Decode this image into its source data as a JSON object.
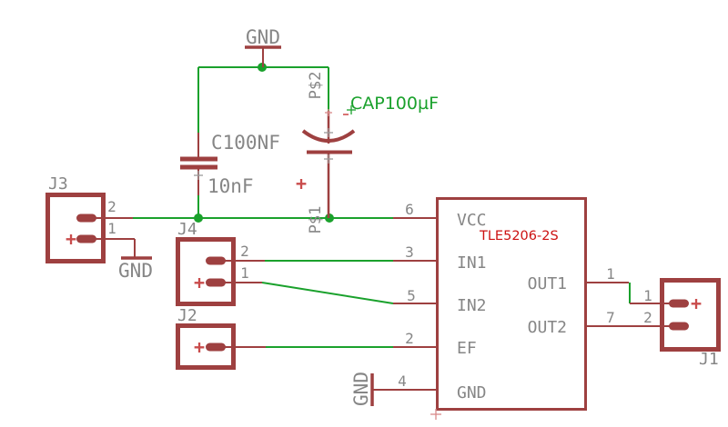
{
  "colors": {
    "background": "#ffffff",
    "wire_green": "#1aa12c",
    "symbol_maroon": "#9e4040",
    "label_gray": "#868686",
    "value_red": "#cc1111",
    "plus_red": "#c94c4c"
  },
  "grounds": {
    "top": "GND",
    "near_j3": "GND",
    "near_ic": "GND"
  },
  "ceramic_cap": {
    "name": "C100NF",
    "value": "10nF"
  },
  "polarized_cap": {
    "value": "CAP100µF",
    "pin_top": "P$2",
    "pin_bottom": "P$1",
    "plus": "+"
  },
  "ic": {
    "value": "TLE5206-2S",
    "left_pins": [
      {
        "num": "6",
        "name": "VCC"
      },
      {
        "num": "3",
        "name": "IN1"
      },
      {
        "num": "5",
        "name": "IN2"
      },
      {
        "num": "2",
        "name": "EF"
      },
      {
        "num": "4",
        "name": "GND"
      }
    ],
    "right_pins": [
      {
        "num": "1",
        "name": "OUT1"
      },
      {
        "num": "7",
        "name": "OUT2"
      }
    ]
  },
  "connectors": {
    "j3": {
      "label": "J3",
      "pin_top": "2",
      "pin_bottom": "1",
      "plus": "+"
    },
    "j4": {
      "label": "J4",
      "pin_top": "2",
      "pin_bottom": "1",
      "plus": "+"
    },
    "j2": {
      "label": "J2",
      "plus": "+"
    },
    "j1": {
      "label": "J1",
      "pin_top": "1",
      "pin_bottom": "2",
      "plus": "+"
    }
  }
}
